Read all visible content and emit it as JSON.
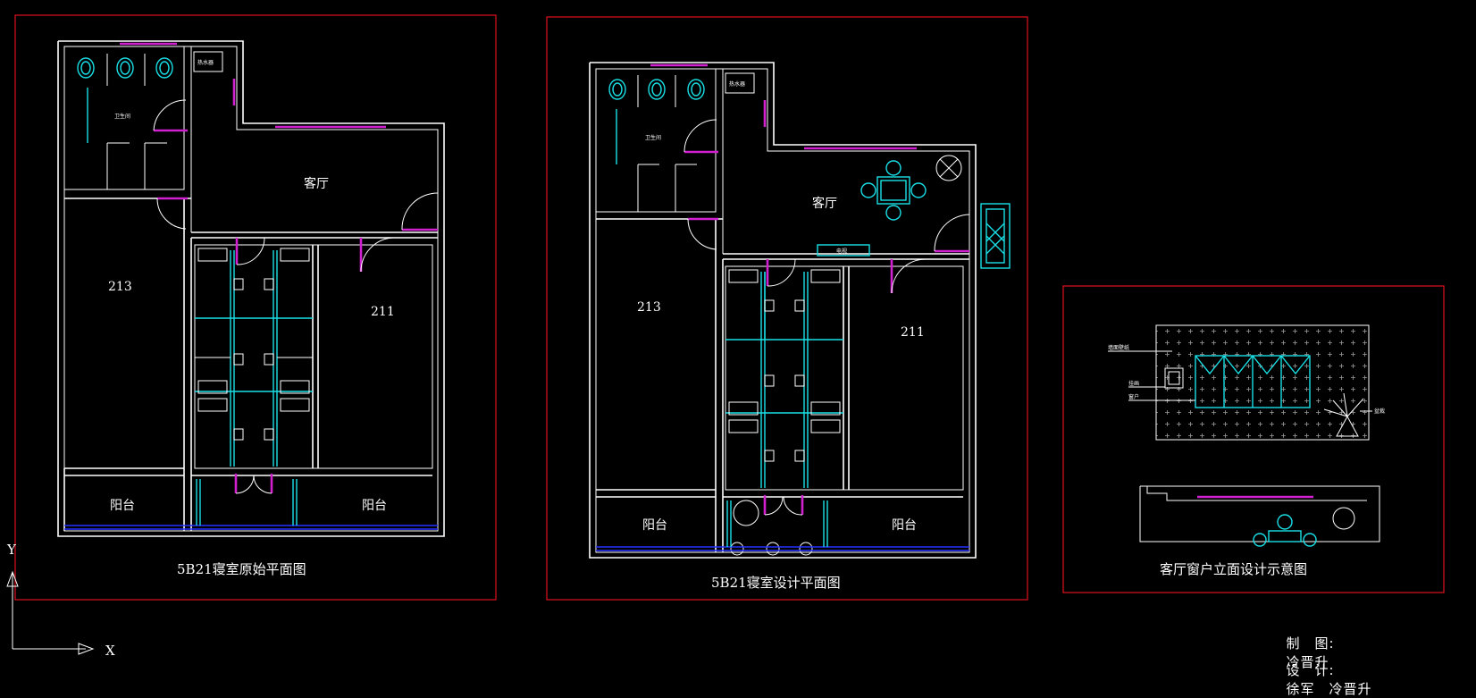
{
  "plans": {
    "original": {
      "caption": "5B21寝室原始平面图",
      "living_room": "客厅",
      "room_left": "213",
      "room_right": "211",
      "balcony_left": "阳台",
      "balcony_right": "阳台",
      "washroom": "卫生间",
      "water_heater": "热水器"
    },
    "design": {
      "caption": "5B21寝室设计平面图",
      "living_room": "客厅",
      "room_left": "213",
      "room_right": "211",
      "balcony_left": "阳台",
      "balcony_right": "阳台",
      "washroom": "卫生间",
      "water_heater": "热水器",
      "tv_cabinet": "电视"
    },
    "elevation": {
      "caption": "客厅窗户立面设计示意图",
      "note_wallpaper": "墙面壁纸",
      "note_painting": "挂画",
      "note_window": "窗户",
      "note_plant": "盆栽"
    }
  },
  "credits": {
    "drawn_label": "制　图:",
    "drawn_by": "冷晋升",
    "design_label": "设　计:",
    "designers": "徐军　冷晋升"
  },
  "ucs": {
    "x_label": "X",
    "y_label": "Y"
  },
  "colors": {
    "background": "#000000",
    "wall": "#ffffff",
    "frame": "#e0121e",
    "furniture": "#19e0e6",
    "door": "#d020d0",
    "window_line": "#2530ff"
  }
}
